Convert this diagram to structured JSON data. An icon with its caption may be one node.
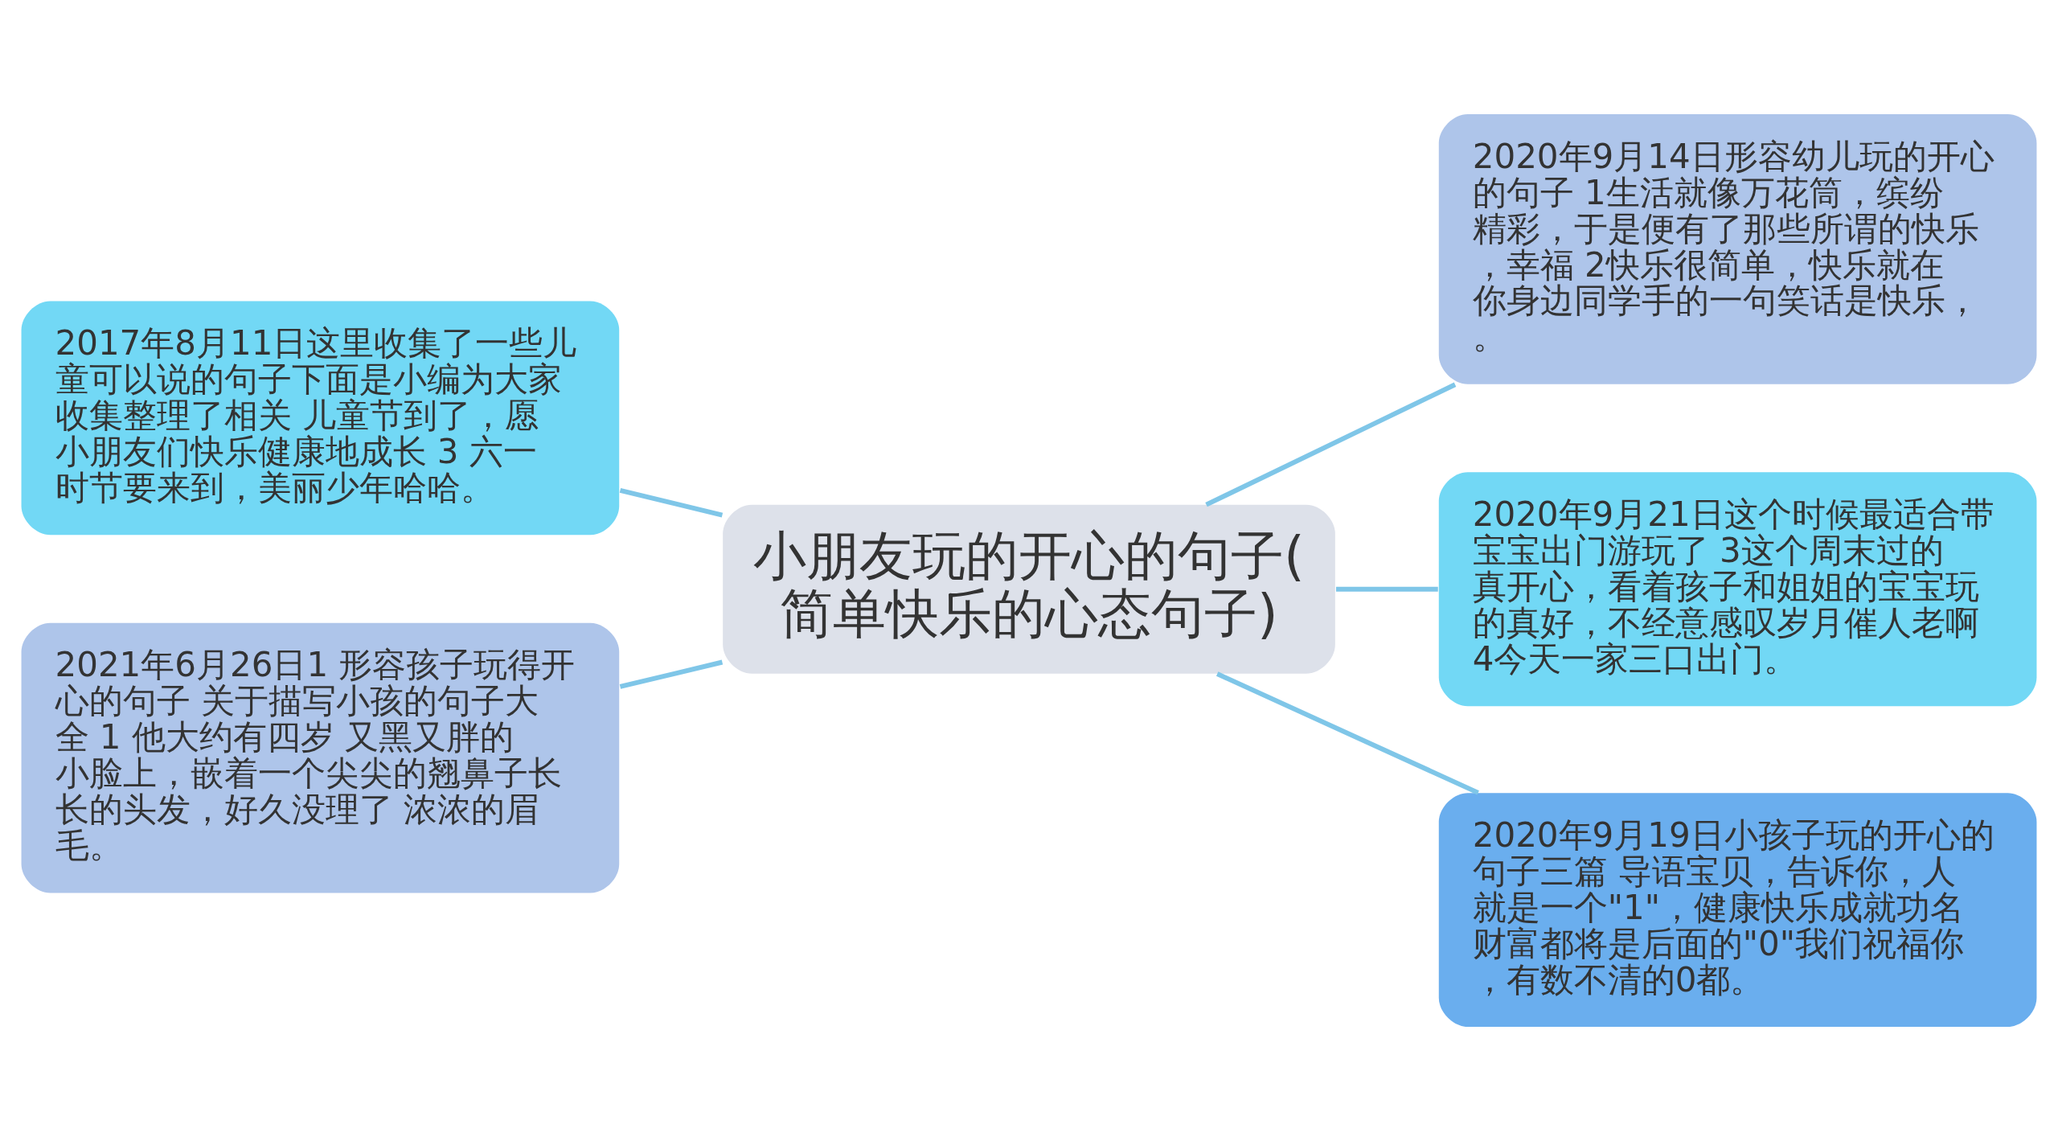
{
  "diagram": {
    "nodes": [
      {
        "text": [
          "小朋友玩的开心的句子(简单快乐的心态句子)"
        ]
      },
      {
        "text": [
          "2017年8月11日这里收集了一些儿童可以说的句子下面是小编为大家收集整理了相关 儿童节到了，愿小朋友们快乐健康地成长 3 六一时节要来到，美丽少年哈哈。"
        ]
      },
      {
        "text": [
          "2021年6月26日1 形容孩子玩得开心的句子 关于描写小孩的句子大全 1 他大约有四岁 又黑又胖的小脸上，嵌着一个尖尖的翘鼻子长长的头发，好久没理了 浓浓的眉毛。"
        ]
      },
      {
        "text": [
          "2020年9月14日形容幼儿玩的开心的句子 1生活就像万花筒，缤纷精彩，于是便有了那些所谓的快乐，幸福 2快乐很简单，快乐就在你身边同学手的一句笑话是快乐，。"
        ]
      },
      {
        "text": [
          "2020年9月21日这个时候最适合带宝宝出门游玩了 3这个周末过的真开心，看着孩子和姐姐的宝宝玩的真好，不经意感叹岁月催人老啊 4今天一家三口出门。"
        ]
      },
      {
        "text": [
          "2020年9月19日小孩子玩的开心的句子三篇 导语宝贝，告诉你，人就是一个\"1\"，健康快乐成就功名财富都将是后面的\"0\"我们祝福你，有数不清的0都。"
        ]
      }
    ],
    "edges": [
      {
        "from": 1,
        "to": 0,
        "arrow": "none"
      },
      {
        "from": 2,
        "to": 0,
        "arrow": "none"
      },
      {
        "from": 0,
        "to": 3,
        "arrow": "none"
      },
      {
        "from": 0,
        "to": 4,
        "arrow": "none"
      },
      {
        "from": 0,
        "to": 5,
        "arrow": "none"
      }
    ]
  }
}
